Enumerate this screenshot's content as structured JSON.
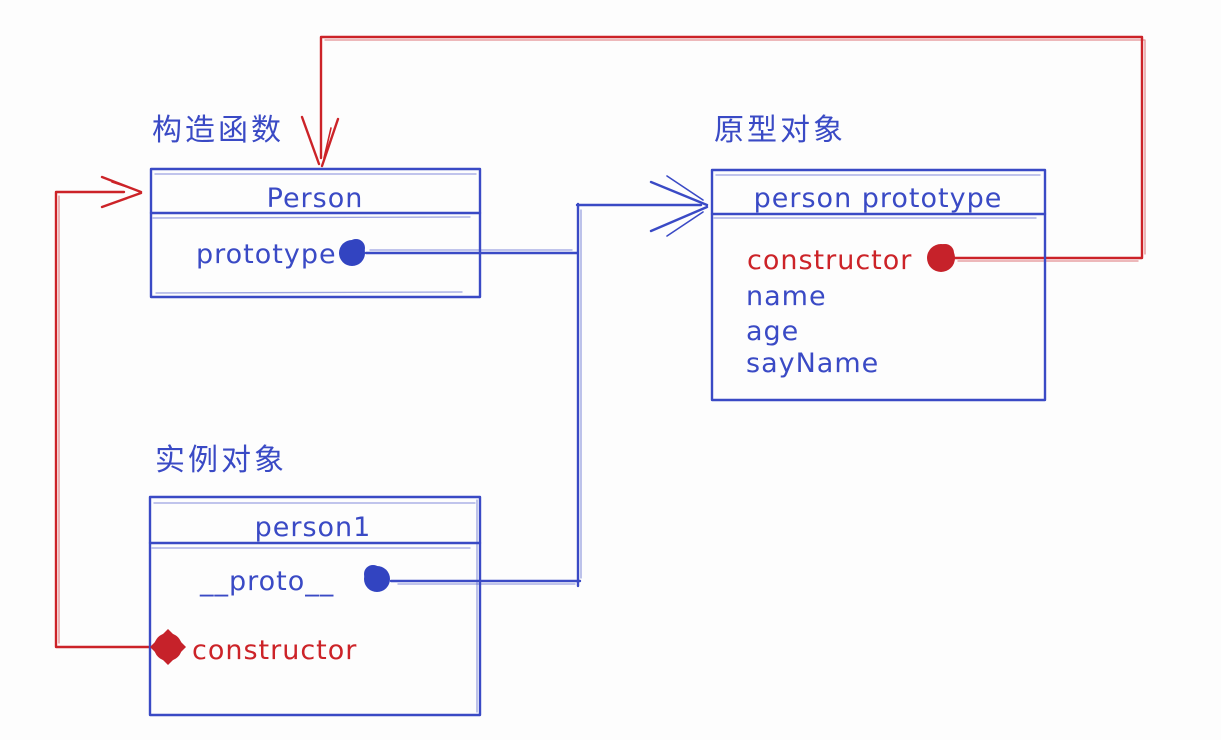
{
  "colors": {
    "blue": "#3a4ac5",
    "red": "#cc2328",
    "background": "#fdfdfd"
  },
  "annotations": {
    "constructor_function_label": "构造函数",
    "prototype_object_label": "原型对象",
    "instance_object_label": "实例对象"
  },
  "boxes": {
    "person": {
      "title": "Person",
      "rows": [
        {
          "label": "prototype",
          "color": "blue",
          "pointer": "blue-dot"
        }
      ]
    },
    "person_prototype": {
      "title": "person prototype",
      "rows": [
        {
          "label": "constructor",
          "color": "red",
          "pointer": "red-dot"
        },
        {
          "label": "name",
          "color": "blue"
        },
        {
          "label": "age",
          "color": "blue"
        },
        {
          "label": "sayName",
          "color": "blue"
        }
      ]
    },
    "person1": {
      "title": "person1",
      "rows": [
        {
          "label": "__proto__",
          "color": "blue",
          "pointer": "blue-dot"
        },
        {
          "label": "constructor",
          "color": "red",
          "pointer": "red-dot"
        }
      ]
    }
  }
}
